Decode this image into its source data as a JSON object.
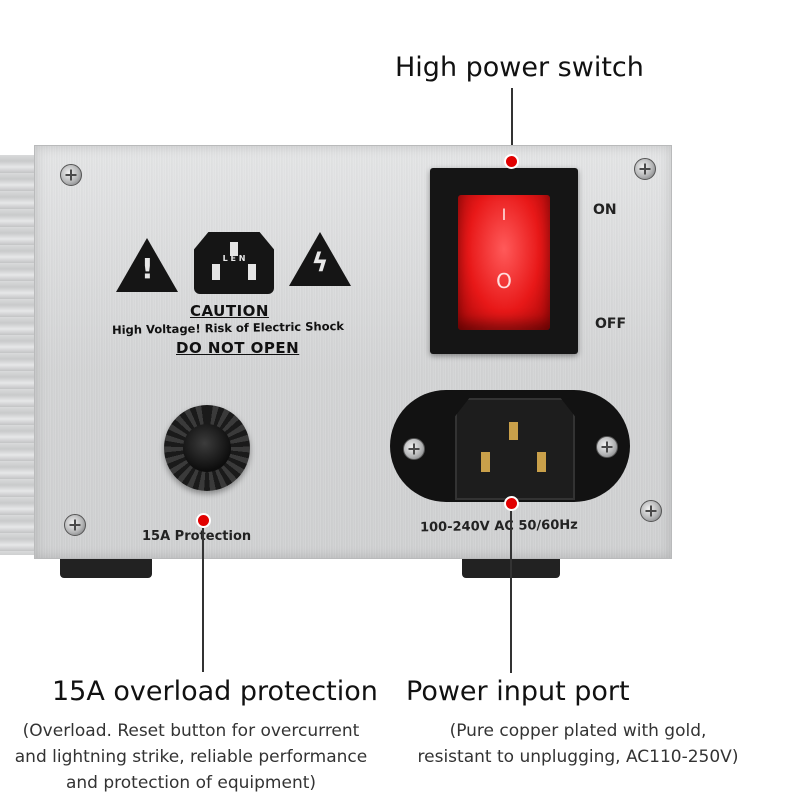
{
  "callouts": {
    "power_switch": {
      "title": "High power switch"
    },
    "overload": {
      "title": "15A overload protection",
      "desc_line1": "(Overload. Reset button for overcurrent",
      "desc_line2": "and lightning strike, reliable performance",
      "desc_line3": "and protection of equipment)"
    },
    "input_port": {
      "title": "Power input port",
      "desc_line1": "(Pure copper plated with gold,",
      "desc_line2": "resistant to unplugging, AC110-250V)"
    }
  },
  "panel": {
    "caution_title": "CAUTION",
    "caution_sub": "High Voltage! Risk of Electric Shock",
    "do_not_open": "DO NOT OPEN",
    "plug_letters": "L E N",
    "switch_on": "ON",
    "switch_off": "OFF",
    "switch_mark_on": "I",
    "switch_mark_off": "O",
    "protection_label": "15A Protection",
    "voltage_label": "100-240V AC 50/60Hz"
  },
  "colors": {
    "accent_dot": "#e10000",
    "rocker": "#e81818",
    "panel": "#d8d9da"
  },
  "icons": [
    "exclamation-warning-icon",
    "plug-outlet-icon",
    "lightning-warning-icon",
    "screw-icon"
  ]
}
